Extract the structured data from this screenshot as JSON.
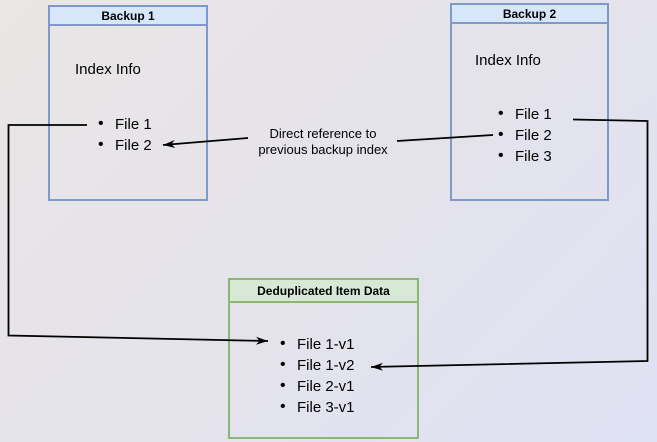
{
  "colors": {
    "bg_start": "#e9e6e4",
    "bg_end": "#dfe2f4",
    "blue_fill": "#d7e6f9",
    "blue_stroke": "#7e9ac9",
    "green_fill": "#d7e9d5",
    "green_stroke": "#8ab873",
    "arrow": "#000000"
  },
  "backup1": {
    "title": "Backup 1",
    "section_label": "Index Info",
    "files": [
      "File 1",
      "File 2"
    ]
  },
  "backup2": {
    "title": "Backup 2",
    "section_label": "Index Info",
    "files": [
      "File 1",
      "File 2",
      "File 3"
    ]
  },
  "dedup": {
    "title": "Deduplicated Item Data",
    "items": [
      "File 1-v1",
      "File 1-v2",
      "File 2-v1",
      "File 3-v1"
    ]
  },
  "annotation": {
    "line1": "Direct reference to",
    "line2": "previous backup index"
  }
}
